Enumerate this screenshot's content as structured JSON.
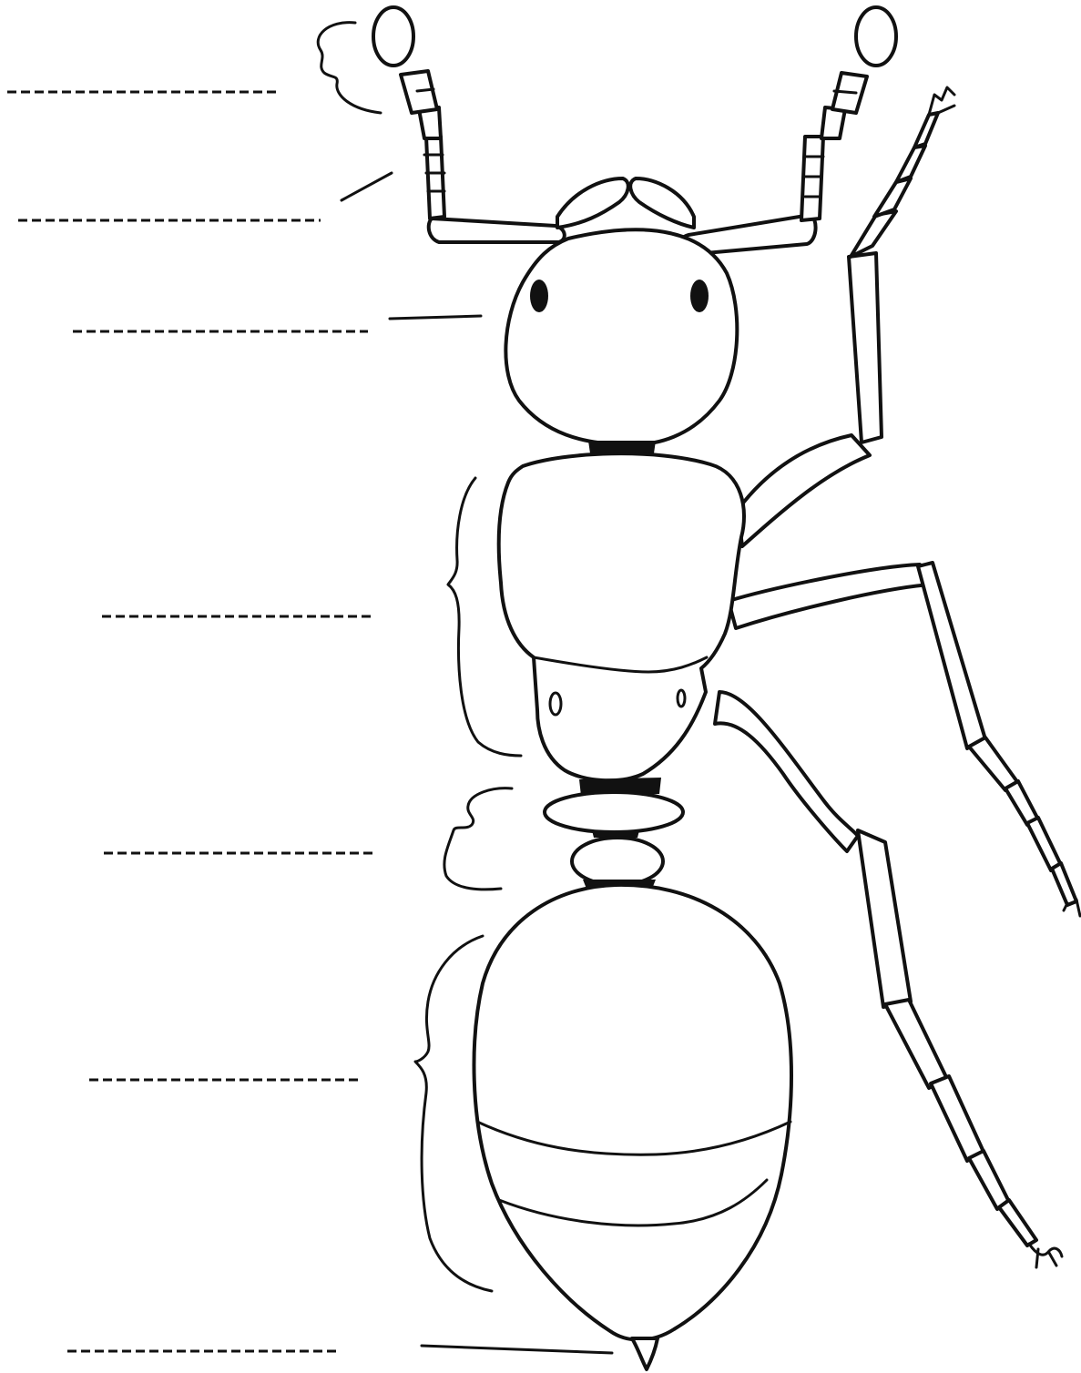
{
  "worksheet": {
    "subject": "ant",
    "answer_lines": [
      {
        "id": "antenna",
        "text": ""
      },
      {
        "id": "antenna-joint",
        "text": ""
      },
      {
        "id": "head",
        "text": ""
      },
      {
        "id": "thorax",
        "text": ""
      },
      {
        "id": "petiole",
        "text": ""
      },
      {
        "id": "abdomen",
        "text": ""
      },
      {
        "id": "stinger",
        "text": ""
      }
    ]
  },
  "colors": {
    "ink": "#111111",
    "paper": "#ffffff"
  }
}
